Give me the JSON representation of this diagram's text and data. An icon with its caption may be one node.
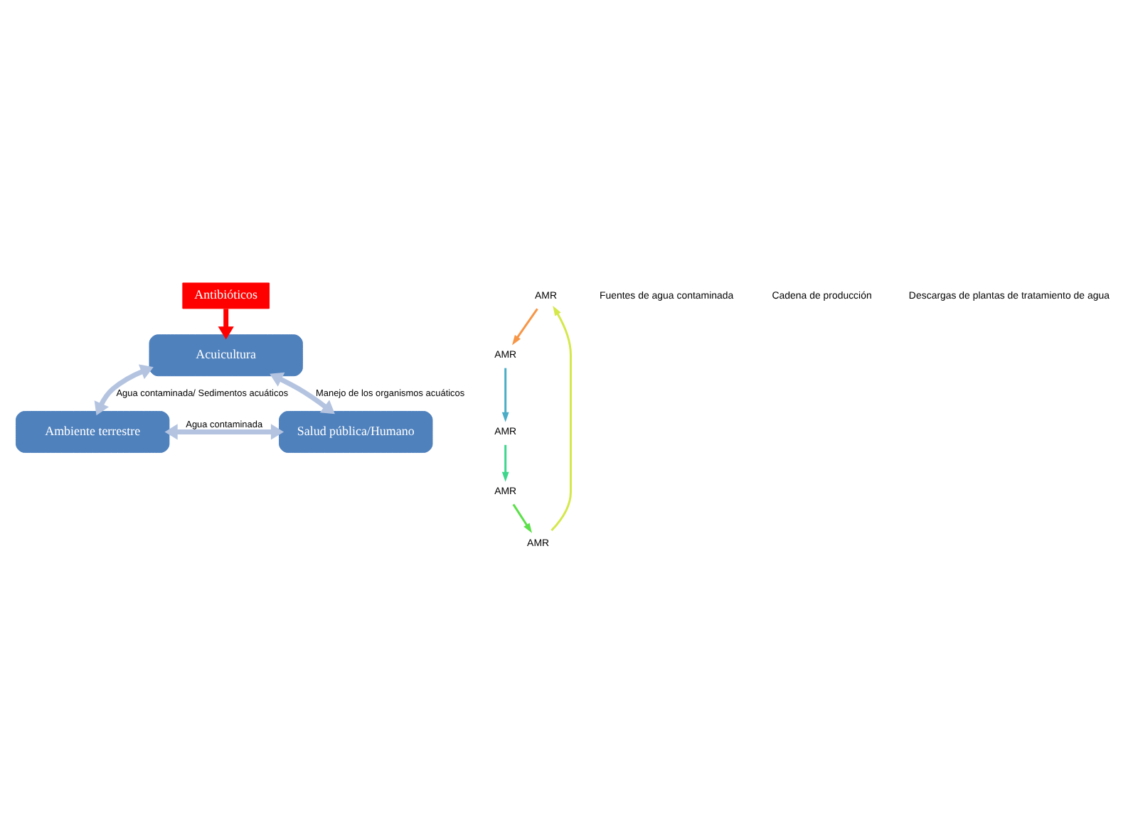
{
  "diagram": {
    "nodes": [
      {
        "text": [
          "Antibióticos"
        ]
      },
      {
        "text": [
          "Acuicultura"
        ]
      },
      {
        "text": [
          "Ambiente terrestre"
        ]
      },
      {
        "text": [
          "Salud pública/Humano"
        ]
      },
      {
        "text": [
          "AMR"
        ]
      },
      {
        "text": [
          "AMR"
        ]
      },
      {
        "text": [
          "AMR"
        ]
      },
      {
        "text": [
          "AMR"
        ]
      },
      {
        "text": [
          "AMR"
        ]
      }
    ],
    "edges": [
      {
        "from": 0,
        "to": 1,
        "arrow": "to",
        "style": "thick",
        "color": "#ff0000"
      },
      {
        "from": 1,
        "to": 2,
        "arrow": "both",
        "style": "thick",
        "color": "#b4c4e0",
        "label": "Agua contaminada/ Sedimentos acuáticos"
      },
      {
        "from": 1,
        "to": 3,
        "arrow": "both",
        "style": "thick",
        "color": "#b4c4e0",
        "label": "Manejo de los organismos acuáticos"
      },
      {
        "from": 2,
        "to": 3,
        "arrow": "both",
        "style": "thick",
        "color": "#b4c4e0",
        "label": "Agua contaminada"
      },
      {
        "from": 4,
        "to": 5,
        "arrow": "to",
        "color": "#f79646"
      },
      {
        "from": 5,
        "to": 6,
        "arrow": "to",
        "color": "#4bacc6"
      },
      {
        "from": 6,
        "to": 7,
        "arrow": "to",
        "color": "#3dd68c"
      },
      {
        "from": 7,
        "to": 8,
        "arrow": "to",
        "color": "#5ce04a"
      },
      {
        "from": 8,
        "to": 4,
        "arrow": "to",
        "color": "#d4e84a"
      }
    ],
    "labels": [
      "Fuentes de agua contaminada",
      "Cadena de producción",
      "Descargas de plantas de tratamiento de agua"
    ]
  }
}
